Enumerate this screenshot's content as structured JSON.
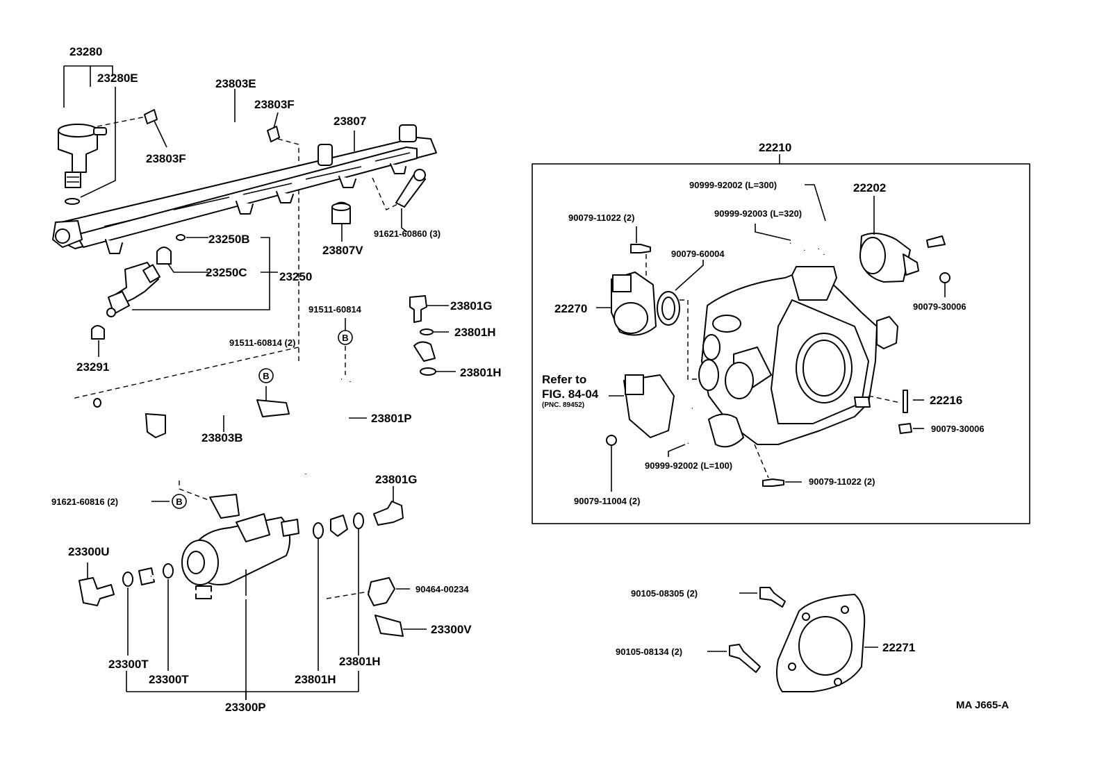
{
  "labels": {
    "p23280": "23280",
    "p23280E": "23280E",
    "p23803E": "23803E",
    "p23803F_a": "23803F",
    "p23803F_b": "23803F",
    "p23807": "23807",
    "p23807V": "23807V",
    "p91621_60860": "91621-60860 (3)",
    "p23250B": "23250B",
    "p23250C": "23250C",
    "p23250": "23250",
    "p23291": "23291",
    "p91511_60814_a": "91511-60814",
    "p91511_60814_b": "91511-60814 (2)",
    "p23801G_a": "23801G",
    "p23801H_a": "23801H",
    "p23801H_b": "23801H",
    "p23801P": "23801P",
    "p23803B": "23803B",
    "p91621_60816": "91621-60816 (2)",
    "p23801G_b": "23801G",
    "p23300U": "23300U",
    "p90464_00234": "90464-00234",
    "p23300V": "23300V",
    "p23300T_a": "23300T",
    "p23300T_b": "23300T",
    "p23801H_c": "23801H",
    "p23801H_d": "23801H",
    "p23300P": "23300P",
    "p22210": "22210",
    "p90999_92002_300": "90999-92002 (L=300)",
    "p90999_92003_320": "90999-92003 (L=320)",
    "p22202": "22202",
    "p90079_11022_a": "90079-11022 (2)",
    "p90079_60004": "90079-60004",
    "p22270": "22270",
    "p90079_30006_a": "90079-30006",
    "p22216": "22216",
    "p90079_30006_b": "90079-30006",
    "refer_1": "Refer to",
    "refer_2": "FIG. 84-04",
    "refer_3": "(PNC. 89452)",
    "p90999_92002_100": "90999-92002 (L=100)",
    "p90079_11022_b": "90079-11022 (2)",
    "p90079_11004": "90079-11004 (2)",
    "p90105_08305": "90105-08305 (2)",
    "p90105_08134": "90105-08134 (2)",
    "p22271": "22271",
    "callout_b": "B",
    "footer_code": "MA  J665-A"
  }
}
